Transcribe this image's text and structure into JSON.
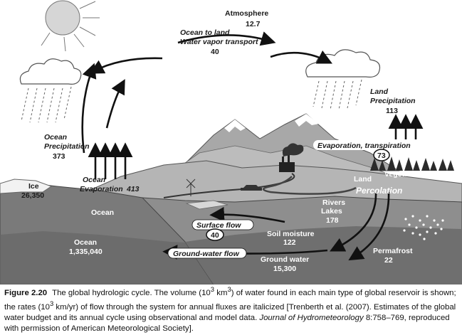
{
  "diagram": {
    "atmosphere": {
      "label": "Atmosphere",
      "value": "12.7"
    },
    "transport": {
      "line1": "Ocean to land",
      "line2": "Water vapor transport",
      "value": "40"
    },
    "land_precipitation": {
      "line1": "Land",
      "line2": "Precipitation",
      "value": "113"
    },
    "ocean_precipitation": {
      "line1": "Ocean",
      "line2": "Precipitation",
      "value": "373"
    },
    "ocean_evaporation": {
      "line1": "Ocean",
      "line2": "Evaporation",
      "value": "413"
    },
    "evap_transpiration": {
      "label": "Evaporation, transpiration",
      "value": "73"
    },
    "ice": {
      "label": "Ice",
      "value": "26,350"
    },
    "land": {
      "label": "Land"
    },
    "vegetation": {
      "label": "Vegetation"
    },
    "percolation": {
      "label": "Percolation"
    },
    "rivers_lakes": {
      "line1": "Rivers",
      "line2": "Lakes",
      "value": "178"
    },
    "ocean_label": {
      "label": "Ocean"
    },
    "ocean_volume": {
      "label": "Ocean",
      "value": "1,335,040"
    },
    "surface_flow": {
      "label": "Surface flow",
      "value": "40"
    },
    "soil_moisture": {
      "label": "Soil moisture",
      "value": "122"
    },
    "groundwater_flow": {
      "label": "Ground-water flow"
    },
    "ground_water": {
      "label": "Ground water",
      "value": "15,300"
    },
    "permafrost": {
      "label": "Permafrost",
      "value": "22"
    }
  },
  "caption": {
    "figure_number": "Figure 2.20",
    "text_part1": "The global hydrologic cycle. The volume (10",
    "sup1": "3",
    "text_part2": " km",
    "sup2": "3",
    "text_part3": ") of water found in each main type of global reservoir is shown; the rates (10",
    "sup3": "3",
    "text_part4": " km/yr) of flow through the system for annual fluxes are italicized [Trenberth et al. (2007). Estimates of the global water budget and its annual cycle using observational and model data. ",
    "journal": "Journal of Hydrometeorology",
    "text_part5": " 8:758–769, reproduced with permission of American Meteorological Society]."
  },
  "colors": {
    "ocean": "#7a7a7a",
    "deep_ocean": "#5a5a5a",
    "land_light": "#b5b5b5",
    "ground": "#8e8e8e",
    "mountain": "#a8a8a8",
    "arrow": "#111111"
  }
}
